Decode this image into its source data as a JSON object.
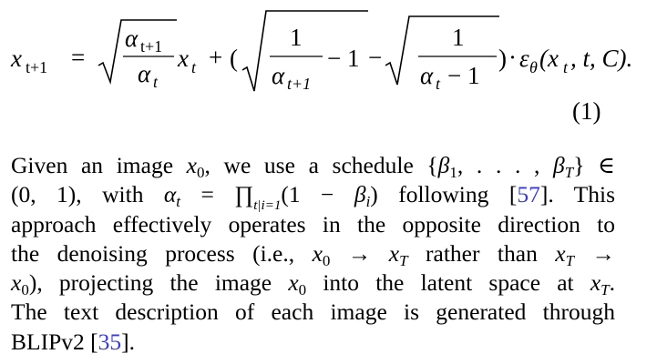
{
  "equation": {
    "lhs_var": "x",
    "lhs_sub": "t+1",
    "equals": "=",
    "frac1_num_var": "α",
    "frac1_num_sub": "t+1",
    "frac1_den_var": "α",
    "frac1_den_sub": "t",
    "term1_var": "x",
    "term1_sub": "t",
    "plus": "+",
    "open_paren": "(",
    "frac2_num": "1",
    "frac2_den_var": "α",
    "frac2_den_sub": "t+1",
    "minus_one": "− 1",
    "minus": "−",
    "frac3_num": "1",
    "frac3_den_var": "α",
    "frac3_den_sub": "t",
    "frac3_den_rest": "− 1",
    "close_paren": ")",
    "dot": "·",
    "eps": "ε",
    "eps_sub": "θ",
    "args": "(x",
    "args_sub": "t",
    "args_rest": ", t, C).",
    "number": "(1)"
  },
  "paragraph": {
    "lines": [
      [
        {
          "t": "Given an image "
        },
        {
          "t": "x",
          "s": "m"
        },
        {
          "t": "0",
          "s": "sub"
        },
        {
          "t": ", we use a schedule {"
        },
        {
          "t": "β",
          "s": "m"
        },
        {
          "t": "1",
          "s": "sub"
        },
        {
          "t": ", . . . , "
        },
        {
          "t": "β",
          "s": "m"
        },
        {
          "t": "T",
          "s": "subi"
        },
        {
          "t": "} ∈"
        }
      ],
      [
        {
          "t": "(0, 1), with "
        },
        {
          "t": "α",
          "s": "m"
        },
        {
          "t": "t",
          "s": "subi"
        },
        {
          "t": " = ∏"
        },
        {
          "t": "t|i=1",
          "s": "stack"
        },
        {
          "t": "(1 − "
        },
        {
          "t": "β",
          "s": "m"
        },
        {
          "t": "i",
          "s": "subi"
        },
        {
          "t": ") following ["
        },
        {
          "t": "57",
          "s": "cite"
        },
        {
          "t": "].  This"
        }
      ],
      [
        {
          "t": "approach effectively operates in the opposite direction to"
        }
      ],
      [
        {
          "t": "the denoising process (i.e., "
        },
        {
          "t": "x",
          "s": "m"
        },
        {
          "t": "0",
          "s": "sub"
        },
        {
          "t": " → "
        },
        {
          "t": "x",
          "s": "m"
        },
        {
          "t": "T",
          "s": "subi"
        },
        {
          "t": " rather than "
        },
        {
          "t": "x",
          "s": "m"
        },
        {
          "t": "T",
          "s": "subi"
        },
        {
          "t": " →"
        }
      ],
      [
        {
          "t": "x",
          "s": "m"
        },
        {
          "t": "0",
          "s": "sub"
        },
        {
          "t": "), projecting the image "
        },
        {
          "t": "x",
          "s": "m"
        },
        {
          "t": "0",
          "s": "sub"
        },
        {
          "t": " into the latent space at "
        },
        {
          "t": "x",
          "s": "m"
        },
        {
          "t": "T",
          "s": "subi"
        },
        {
          "t": "."
        }
      ],
      [
        {
          "t": "The text description of each image is generated through"
        }
      ],
      [
        {
          "t": "BLIPv2 ["
        },
        {
          "t": "35",
          "s": "cite"
        },
        {
          "t": "]."
        }
      ]
    ]
  }
}
